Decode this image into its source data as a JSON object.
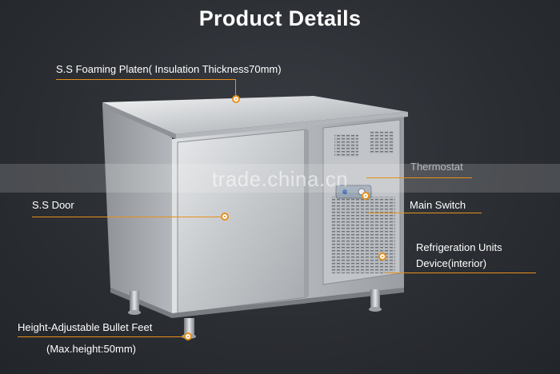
{
  "title": "Product Details",
  "watermark": "trade.china.cn",
  "callouts": {
    "platen": "S.S Foaming Platen( Insulation Thickness70mm)",
    "door": "S.S Door",
    "thermostat": "Thermostat",
    "main_switch": "Main Switch",
    "refrigeration_line1": "Refrigeration Units",
    "refrigeration_line2": "Device(interior)",
    "feet_line1": "Height-Adjustable Bullet Feet",
    "feet_line2": "(Max.height:50mm)"
  },
  "colors": {
    "accent": "#e8901a",
    "background": "#2b2e33",
    "steel": "#c9cccf"
  }
}
